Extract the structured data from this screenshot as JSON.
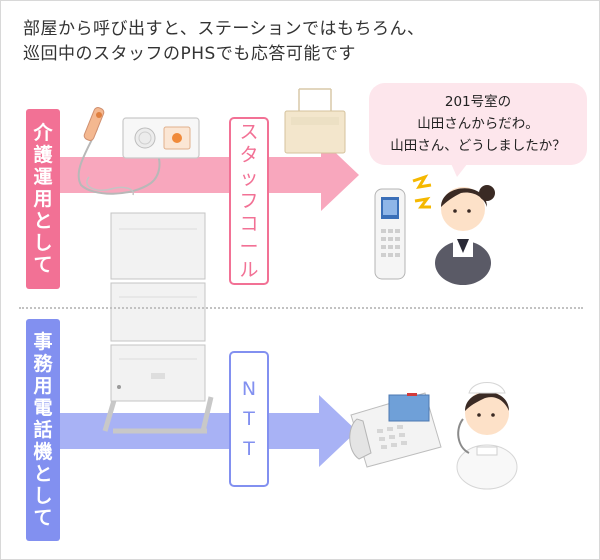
{
  "headline": {
    "line1": "部屋から呼び出すと、ステーションではもちろん、",
    "line2": "巡回中のスタッフのPHSでも応答可能です"
  },
  "labels": {
    "care": [
      "介",
      "護",
      "運",
      "用",
      "と",
      "し",
      "て"
    ],
    "business": [
      "事",
      "務",
      "用",
      "電",
      "話",
      "機",
      "と",
      "し",
      "て"
    ]
  },
  "routes": {
    "staff_call": [
      "ス",
      "タ",
      "ッ",
      "フ",
      "コ",
      "ー",
      "ル"
    ],
    "ntt": [
      "N",
      "T",
      "T"
    ]
  },
  "speech_bubble": {
    "line1": "201号室の",
    "line2": "山田さんからだわ。",
    "line3": "山田さん、どうしましたか？"
  },
  "colors": {
    "pink": "#f27195",
    "pink_arrow": "#f8a7bd",
    "blue": "#8290f0",
    "blue_arrow": "#a8b2f5",
    "bubble": "#fde6ec"
  },
  "icons": [
    "nurse-call-handset-icon",
    "bedside-call-unit-icon",
    "wall-terminal-icon",
    "phs-phone-icon",
    "ringing-icon",
    "staff-person-icon",
    "pbx-cabinet-icon",
    "desk-phone-icon",
    "nurse-person-icon"
  ]
}
